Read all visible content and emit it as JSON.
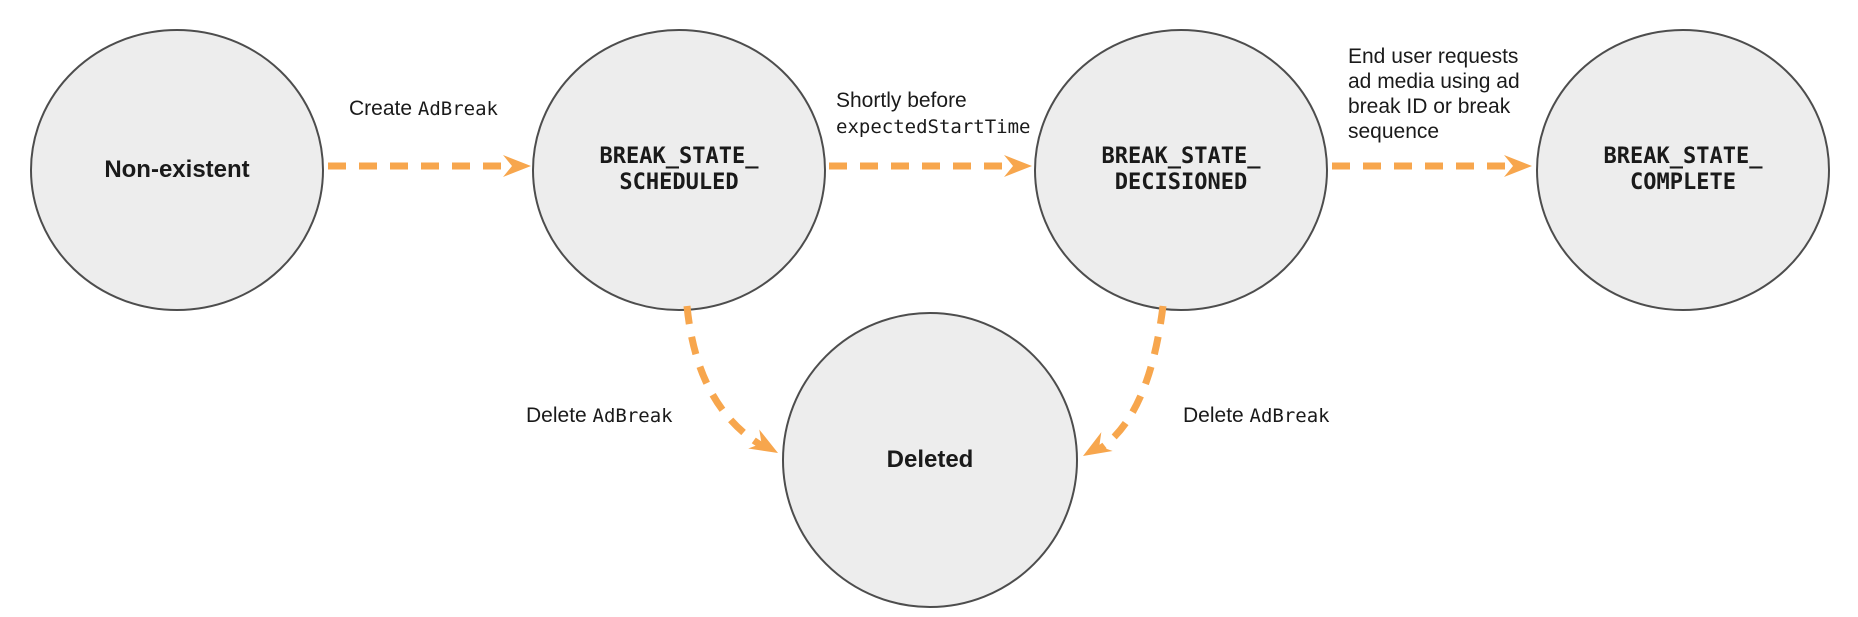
{
  "colors": {
    "arrow": "#F7A64D",
    "node_fill": "#EDEDED",
    "node_border": "#4D4D4D",
    "text": "#1A1A1A"
  },
  "nodes": {
    "non_existent": {
      "label": "Non-existent"
    },
    "scheduled": {
      "line1": "BREAK_STATE_",
      "line2": "SCHEDULED"
    },
    "decisioned": {
      "line1": "BREAK_STATE_",
      "line2": "DECISIONED"
    },
    "complete": {
      "line1": "BREAK_STATE_",
      "line2": "COMPLETE"
    },
    "deleted": {
      "label": "Deleted"
    }
  },
  "edges": {
    "create": {
      "text": "Create ",
      "code": "AdBreak"
    },
    "decision": {
      "text": "Shortly before",
      "code": "expectedStartTime"
    },
    "complete": {
      "lines": [
        "End user requests",
        "ad media using ad",
        "break ID or break",
        "sequence"
      ]
    },
    "delete_left": {
      "text": "Delete ",
      "code": "AdBreak"
    },
    "delete_right": {
      "text": "Delete ",
      "code": "AdBreak"
    }
  }
}
